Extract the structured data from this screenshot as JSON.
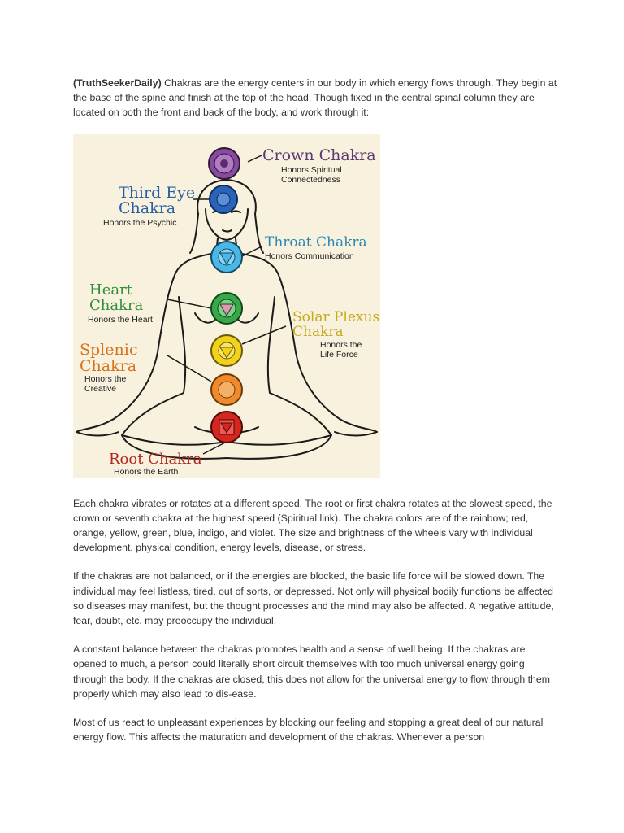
{
  "intro": {
    "brand": "(TruthSeekerDaily)",
    "text": " Chakras are the energy centers in our body in which energy flows through. They begin at the base of the spine and finish at the top of the head. Though fixed in the central spinal column they are located on both the front and back of the body, and work through it:"
  },
  "figure": {
    "background": "#f7f1de",
    "chakras": [
      {
        "key": "crown",
        "title": [
          "Crown Chakra"
        ],
        "subtitle": [
          "Honors Spiritual",
          "Connectedness"
        ],
        "color": "#8a4aa0",
        "title_color": "#5c3b73"
      },
      {
        "key": "third_eye",
        "title": [
          "Third Eye",
          "Chakra"
        ],
        "subtitle": [
          "Honors the Psychic"
        ],
        "color": "#2a63b8",
        "title_color": "#2a5fa6"
      },
      {
        "key": "throat",
        "title": [
          "Throat Chakra"
        ],
        "subtitle": [
          "Honors Communication"
        ],
        "color": "#4ab7e6",
        "title_color": "#2b86b5"
      },
      {
        "key": "heart",
        "title": [
          "Heart",
          "Chakra"
        ],
        "subtitle": [
          "Honors the Heart"
        ],
        "color": "#39a84a",
        "title_color": "#2f8f3a"
      },
      {
        "key": "solar_plexus",
        "title": [
          "Solar Plexus",
          "Chakra"
        ],
        "subtitle": [
          "Honors the",
          "Life Force"
        ],
        "color": "#f2d21b",
        "title_color": "#c9a91a"
      },
      {
        "key": "splenic",
        "title": [
          "Splenic",
          "Chakra"
        ],
        "subtitle": [
          "Honors the",
          "Creative"
        ],
        "color": "#f08a2a",
        "title_color": "#d8721c"
      },
      {
        "key": "root",
        "title": [
          "Root Chakra"
        ],
        "subtitle": [
          "Honors the Earth"
        ],
        "color": "#d7261e",
        "title_color": "#b3261e"
      }
    ]
  },
  "paragraphs": [
    "Each chakra vibrates or rotates at a different speed. The root or first chakra rotates at the slowest speed, the crown or seventh chakra at the highest speed (Spiritual link). The chakra colors are of the rainbow; red, orange, yellow, green, blue, indigo, and violet. The size and brightness of the wheels vary with individual development, physical condition, energy levels, disease, or stress.",
    "If the chakras are not balanced, or if the energies are blocked, the basic life force will be slowed down. The individual may feel listless, tired, out of sorts, or depressed. Not only will physical bodily functions be affected so diseases may manifest, but the thought processes and the mind may also be affected. A negative attitude, fear, doubt, etc. may preoccupy the individual.",
    "A constant balance between the chakras promotes health and a sense of well being. If the chakras are opened to much, a person could literally short circuit themselves with too much universal energy going through the body. If the chakras are closed, this does not allow for the universal energy to flow through them properly which may also lead to dis-ease.",
    "Most of us react to unpleasant experiences by blocking our feeling and stopping a great deal of our natural energy flow. This affects the maturation and development of the chakras. Whenever a person"
  ]
}
